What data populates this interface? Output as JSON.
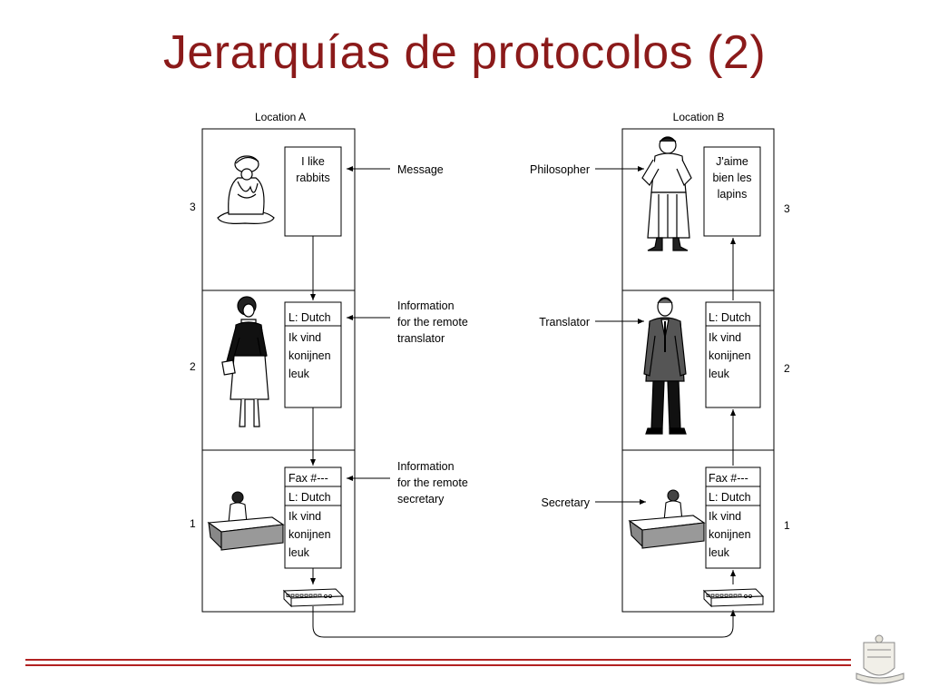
{
  "title": "Jerarquías de protocolos (2)",
  "locations": {
    "a": "Location A",
    "b": "Location B"
  },
  "layers": [
    "3",
    "2",
    "1"
  ],
  "roles": {
    "philosopher": "Philosopher",
    "translator": "Translator",
    "secretary": "Secretary"
  },
  "annotations": {
    "message": "Message",
    "info_translator": [
      "Information",
      "for the remote",
      "translator"
    ],
    "info_secretary": [
      "Information",
      "for the remote",
      "secretary"
    ]
  },
  "docs_a": {
    "l3": [
      "I like",
      "rabbits"
    ],
    "l2": [
      "L: Dutch",
      "Ik vind",
      "konijnen",
      "leuk"
    ],
    "l1": [
      "Fax #---",
      "L: Dutch",
      "Ik vind",
      "konijnen",
      "leuk"
    ]
  },
  "docs_b": {
    "l3": [
      "J'aime",
      "bien les",
      "lapins"
    ],
    "l2": [
      "L: Dutch",
      "Ik vind",
      "konijnen",
      "leuk"
    ],
    "l1": [
      "Fax #---",
      "L: Dutch",
      "Ik vind",
      "konijnen",
      "leuk"
    ]
  },
  "colors": {
    "title": "#8B1A1A",
    "rule": "#B22222"
  }
}
